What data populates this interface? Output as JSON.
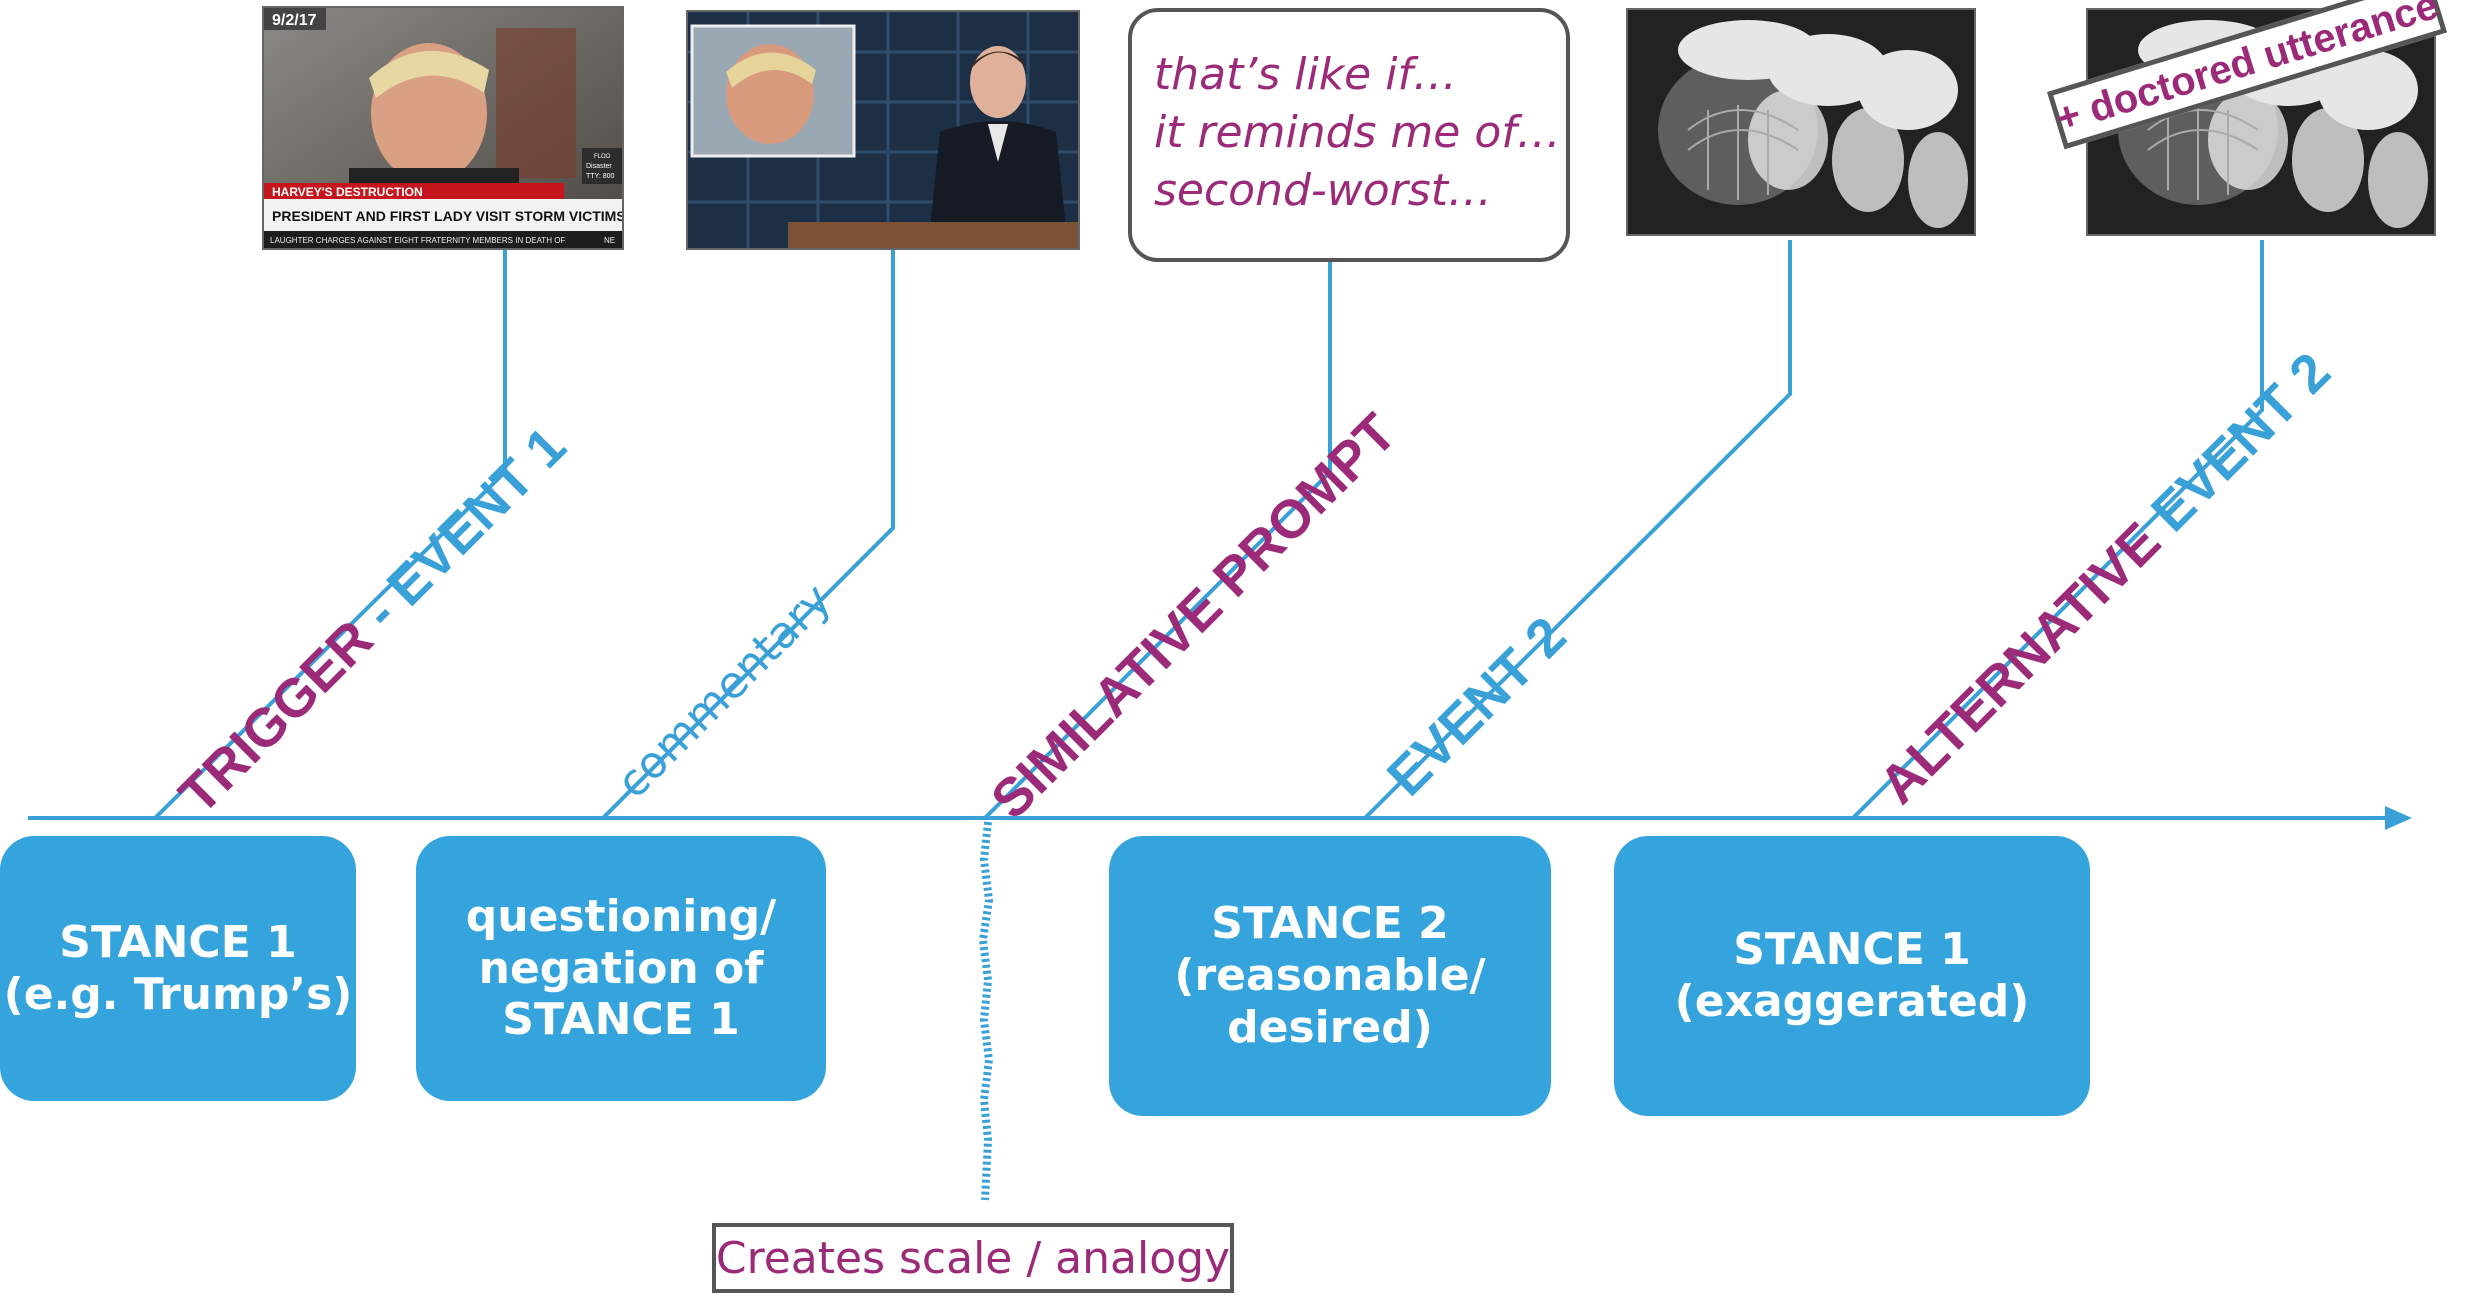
{
  "stances": [
    {
      "text": "STANCE 1\n(e.g. Trump’s)"
    },
    {
      "text": "questioning/\nnegation of\nSTANCE 1"
    },
    {
      "text": "STANCE 2\n(reasonable/\ndesired)"
    },
    {
      "text": "STANCE 1\n(exaggerated)"
    }
  ],
  "labels": {
    "trigger": "TRIGGER",
    "trigger_sep": " - ",
    "event1": "EVENT 1",
    "commentary": "commentary",
    "similative_prompt": "SIMILATIVE PROMPT",
    "event2": "EVENT 2",
    "alternative": "ALTERNATIVE",
    "alt_event2": " EVENT 2"
  },
  "speech": {
    "line1": "that’s like if…",
    "line2": "it reminds me of…",
    "line3": "second-worst…"
  },
  "creates_scale": "Creates scale / analogy",
  "doctored": "+ doctored utterance",
  "news_photo": {
    "date": "9/2/17",
    "banner": "HARVEY'S DESTRUCTION",
    "headline": "PRESIDENT AND FIRST LADY VISIT STORM VICTIMS",
    "ticker": "LAUGHTER CHARGES AGAINST EIGHT FRATERNITY MEMBERS IN DEATH OF",
    "side_tag": "FLOO",
    "side_tag2": "Disaster",
    "side_tag3": "TTY: 800",
    "ticker_end": "NE"
  },
  "colors": {
    "blue": "#35a4dc",
    "line_blue": "#3aa0d8",
    "purple": "#9b2a79"
  }
}
